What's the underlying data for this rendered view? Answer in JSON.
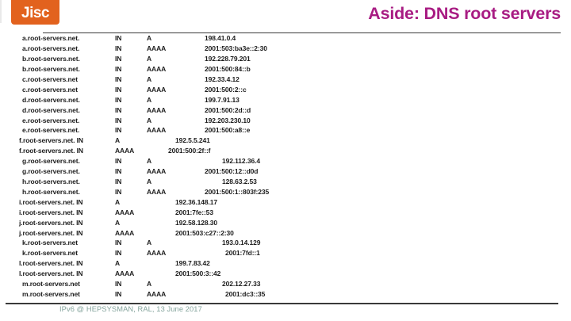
{
  "header": {
    "logo_text": "Jisc",
    "title": "Aside: DNS root servers"
  },
  "footer": {
    "text": "IPv6 @ HEPSYSMAN, RAL, 13 June 2017"
  },
  "colors": {
    "logo_bg": "#e2621e",
    "title": "#a81c83",
    "rule": "#3a3a3a",
    "table_text": "#1c1c1c",
    "footer_text": "#84a49c",
    "background": "#ffffff"
  },
  "dns_table": {
    "records": [
      {
        "name": "a.root-servers.net.",
        "class": "IN",
        "type": "A",
        "address": "198.41.0.4",
        "layout": "s1"
      },
      {
        "name": "a.root-servers.net.",
        "class": "IN",
        "type": "AAAA",
        "address": "2001:503:ba3e::2:30",
        "layout": "s1"
      },
      {
        "name": "b.root-servers.net.",
        "class": "IN",
        "type": "A",
        "address": "192.228.79.201",
        "layout": "s1"
      },
      {
        "name": "b.root-servers.net.",
        "class": "IN",
        "type": "AAAA",
        "address": "2001:500:84::b",
        "layout": "s1"
      },
      {
        "name": "c.root-servers.net",
        "class": "IN",
        "type": "A",
        "address": "192.33.4.12",
        "layout": "s1"
      },
      {
        "name": "c.root-servers.net",
        "class": "IN",
        "type": "AAAA",
        "address": "2001:500:2::c",
        "layout": "s1"
      },
      {
        "name": "d.root-servers.net.",
        "class": "IN",
        "type": "A",
        "address": "199.7.91.13",
        "layout": "s1"
      },
      {
        "name": "d.root-servers.net.",
        "class": "IN",
        "type": "AAAA",
        "address": "2001:500:2d::d",
        "layout": "s1"
      },
      {
        "name": "e.root-servers.net.",
        "class": "IN",
        "type": "A",
        "address": "192.203.230.10",
        "layout": "s1"
      },
      {
        "name": "e.root-servers.net.",
        "class": "IN",
        "type": "AAAA",
        "address": "2001:500:a8::e",
        "layout": "s1"
      },
      {
        "name": "f.root-servers.net. IN",
        "class": "",
        "type": "A",
        "address": "192.5.5.241",
        "layout": "m1"
      },
      {
        "name": "f.root-servers.net. IN",
        "class": "",
        "type": "AAAA",
        "address": "2001:500:2f::f",
        "layout": "m2"
      },
      {
        "name": "g.root-servers.net.",
        "class": "IN",
        "type": "A",
        "address": "192.112.36.4",
        "layout": "s2"
      },
      {
        "name": "g.root-servers.net.",
        "class": "IN",
        "type": "AAAA",
        "address": "2001:500:12::d0d",
        "layout": "s1"
      },
      {
        "name": "h.root-servers.net.",
        "class": "IN",
        "type": "A",
        "address": "128.63.2.53",
        "layout": "s2"
      },
      {
        "name": "h.root-servers.net.",
        "class": "IN",
        "type": "AAAA",
        "address": "2001:500:1::803f:235",
        "layout": "s1"
      },
      {
        "name": "i.root-servers.net. IN",
        "class": "",
        "type": "A",
        "address": "192.36.148.17",
        "layout": "m1"
      },
      {
        "name": "i.root-servers.net. IN",
        "class": "",
        "type": "AAAA",
        "address": "2001:7fe::53",
        "layout": "m1"
      },
      {
        "name": "j.root-servers.net. IN",
        "class": "",
        "type": "A",
        "address": "192.58.128.30",
        "layout": "m1"
      },
      {
        "name": "j.root-servers.net. IN",
        "class": "",
        "type": "AAAA",
        "address": "2001:503:c27::2:30",
        "layout": "m1"
      },
      {
        "name": "k.root-servers.net",
        "class": "IN",
        "type": "A",
        "address": "193.0.14.129",
        "layout": "s2"
      },
      {
        "name": "k.root-servers.net",
        "class": "IN",
        "type": "AAAA",
        "address": "2001:7fd::1",
        "layout": "s3"
      },
      {
        "name": "l.root-servers.net. IN",
        "class": "",
        "type": "A",
        "address": "199.7.83.42",
        "layout": "m1"
      },
      {
        "name": "l.root-servers.net. IN",
        "class": "",
        "type": "AAAA",
        "address": "2001:500:3::42",
        "layout": "m1"
      },
      {
        "name": "m.root-servers.net",
        "class": "IN",
        "type": "A",
        "address": "202.12.27.33",
        "layout": "s2"
      },
      {
        "name": "m.root-servers.net",
        "class": "IN",
        "type": "AAAA",
        "address": "2001:dc3::35",
        "layout": "s3"
      }
    ]
  }
}
